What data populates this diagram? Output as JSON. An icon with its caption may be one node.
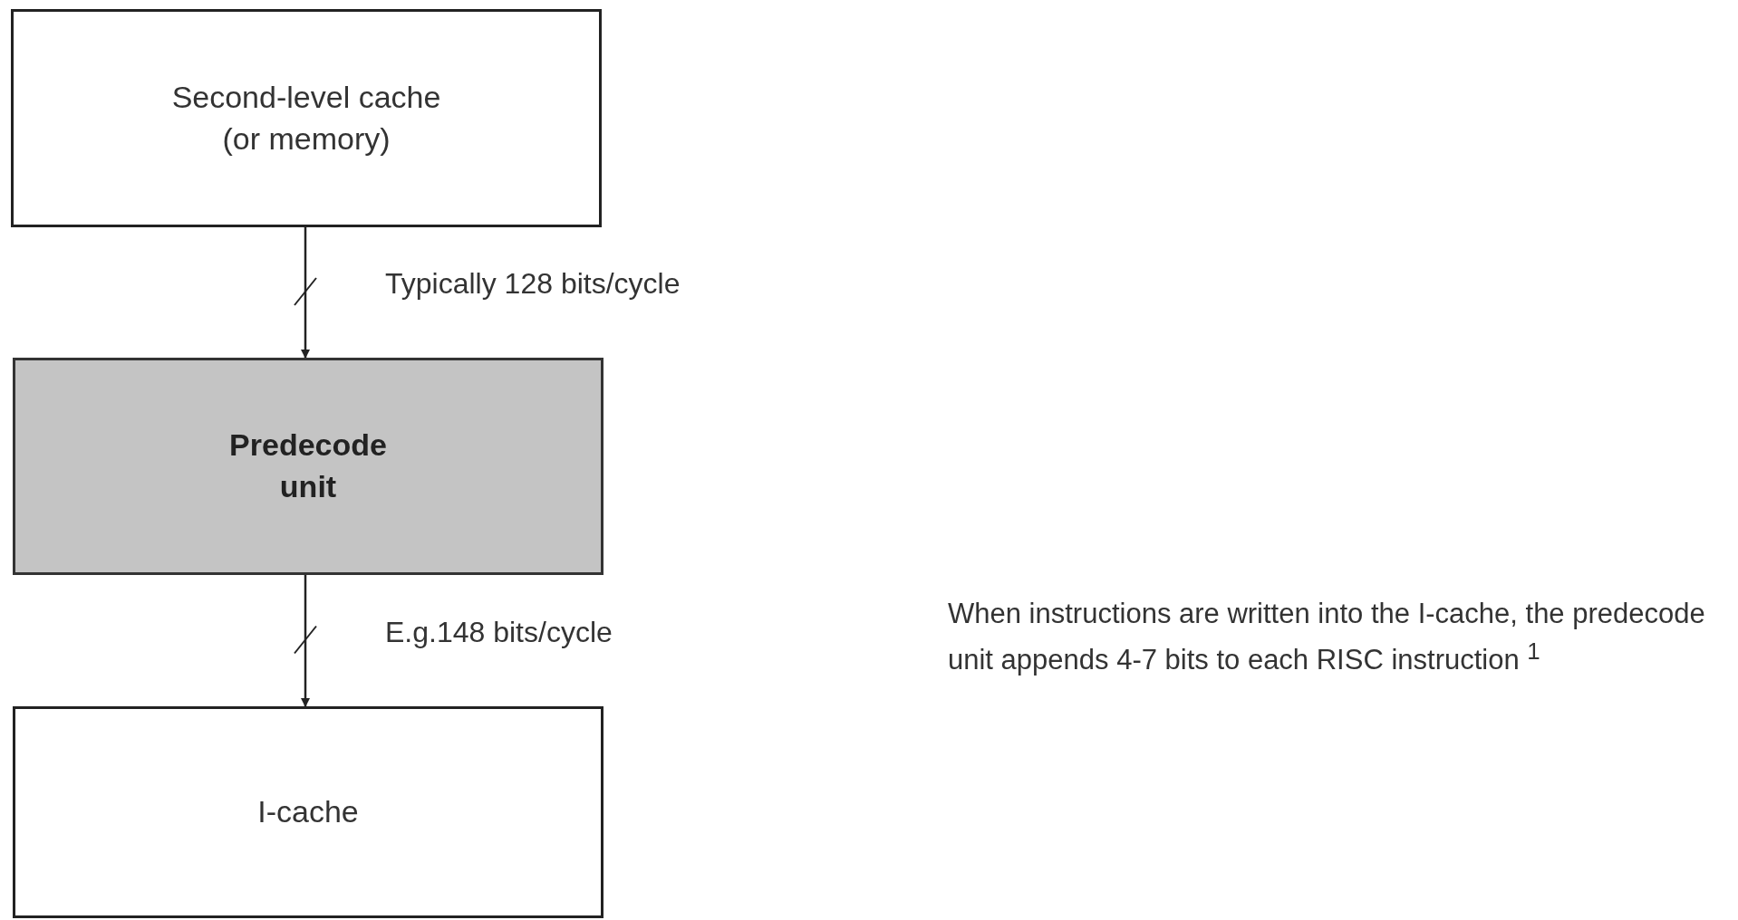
{
  "diagram": {
    "nodes": [
      {
        "text": [
          "Second-level cache (or memory)"
        ]
      },
      {
        "text": [
          "Predecode unit"
        ]
      },
      {
        "text": [
          "I-cache"
        ]
      }
    ],
    "edges": [
      {
        "from": 0,
        "to": 1,
        "arrow": "to",
        "label": "Typically 128 bits/cycle"
      },
      {
        "from": 1,
        "to": 2,
        "arrow": "to",
        "label": "E.g.148 bits/cycle"
      }
    ],
    "labels": [
      "When instructions are written into the I-cache, the predecode unit appends 4-7 bits to each RISC instruction $^{1}$"
    ]
  }
}
